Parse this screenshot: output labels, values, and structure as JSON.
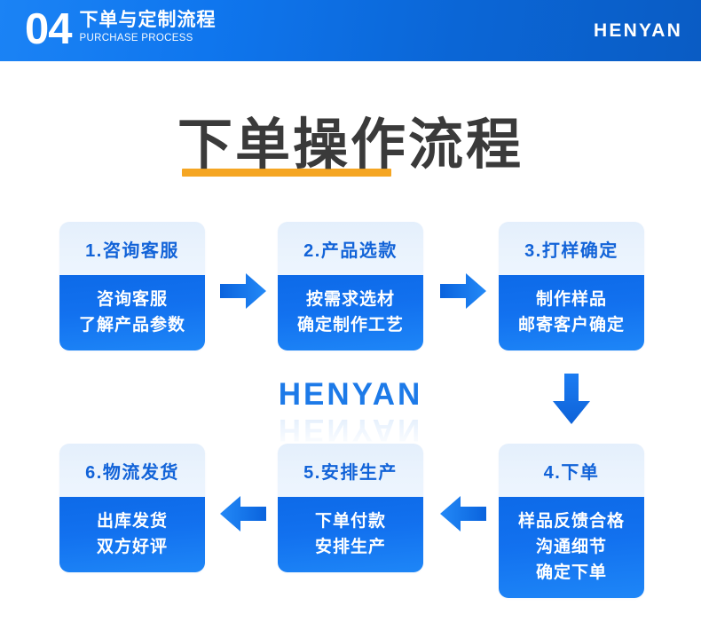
{
  "header": {
    "number": "04",
    "title_cn": "下单与定制流程",
    "title_en": "PURCHASE PROCESS",
    "brand": "HENYAN",
    "gradient_from": "#1b83f5",
    "gradient_to": "#0a5cc4"
  },
  "page": {
    "title": "下单操作流程",
    "title_color": "#3a3a3a",
    "underline_color": "#f5a623",
    "watermark": "HENYAN",
    "watermark_color": "#1d7ae8",
    "background": "#ffffff"
  },
  "style": {
    "card_head_bg": "#e7f1fd",
    "card_head_text": "#1263d8",
    "card_body_bg": "#1271ef",
    "card_body_text": "#ffffff",
    "arrow_color": "#1273ef"
  },
  "steps": [
    {
      "id": "step-1",
      "heading": "1.咨询客服",
      "lines": [
        "咨询客服",
        "了解产品参数"
      ]
    },
    {
      "id": "step-2",
      "heading": "2.产品选款",
      "lines": [
        "按需求选材",
        "确定制作工艺"
      ]
    },
    {
      "id": "step-3",
      "heading": "3.打样确定",
      "lines": [
        "制作样品",
        "邮寄客户确定"
      ]
    },
    {
      "id": "step-4",
      "heading": "4.下单",
      "lines": [
        "样品反馈合格",
        "沟通细节",
        "确定下单"
      ]
    },
    {
      "id": "step-5",
      "heading": "5.安排生产",
      "lines": [
        "下单付款",
        "安排生产"
      ]
    },
    {
      "id": "step-6",
      "heading": "6.物流发货",
      "lines": [
        "出库发货",
        "双方好评"
      ]
    }
  ],
  "arrows": [
    {
      "id": "arrow-1",
      "direction": "right",
      "from": "step-1",
      "to": "step-2"
    },
    {
      "id": "arrow-2",
      "direction": "right",
      "from": "step-2",
      "to": "step-3"
    },
    {
      "id": "arrow-3",
      "direction": "down",
      "from": "step-3",
      "to": "step-4"
    },
    {
      "id": "arrow-4",
      "direction": "left",
      "from": "step-4",
      "to": "step-5"
    },
    {
      "id": "arrow-5",
      "direction": "left",
      "from": "step-5",
      "to": "step-6"
    }
  ]
}
